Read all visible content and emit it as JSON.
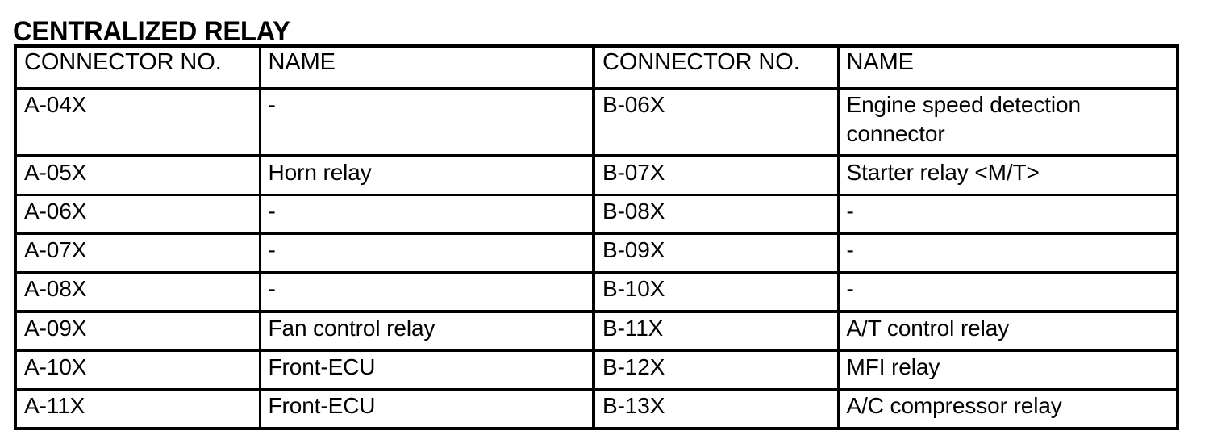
{
  "page": {
    "title": "CENTRALIZED RELAY"
  },
  "table": {
    "headers": {
      "connector_left": "CONNECTOR NO.",
      "name_left": "NAME",
      "connector_right": "CONNECTOR NO.",
      "name_right": "NAME"
    },
    "rows": [
      {
        "connector_left": "A-04X",
        "name_left": "-",
        "connector_right": "B-06X",
        "name_right": "Engine speed detection connector"
      },
      {
        "connector_left": "A-05X",
        "name_left": "Horn relay",
        "connector_right": "B-07X",
        "name_right": "Starter relay <M/T>"
      },
      {
        "connector_left": "A-06X",
        "name_left": "-",
        "connector_right": "B-08X",
        "name_right": "-"
      },
      {
        "connector_left": "A-07X",
        "name_left": "-",
        "connector_right": "B-09X",
        "name_right": "-"
      },
      {
        "connector_left": "A-08X",
        "name_left": "-",
        "connector_right": "B-10X",
        "name_right": "-"
      },
      {
        "connector_left": "A-09X",
        "name_left": "Fan control relay",
        "connector_right": "B-11X",
        "name_right": "A/T control relay"
      },
      {
        "connector_left": "A-10X",
        "name_left": "Front-ECU",
        "connector_right": "B-12X",
        "name_right": "MFI relay"
      },
      {
        "connector_left": "A-11X",
        "name_left": "Front-ECU",
        "connector_right": "B-13X",
        "name_right": "A/C compressor relay"
      }
    ]
  },
  "colors": {
    "text": "#000000",
    "background": "#ffffff",
    "border": "#000000"
  }
}
